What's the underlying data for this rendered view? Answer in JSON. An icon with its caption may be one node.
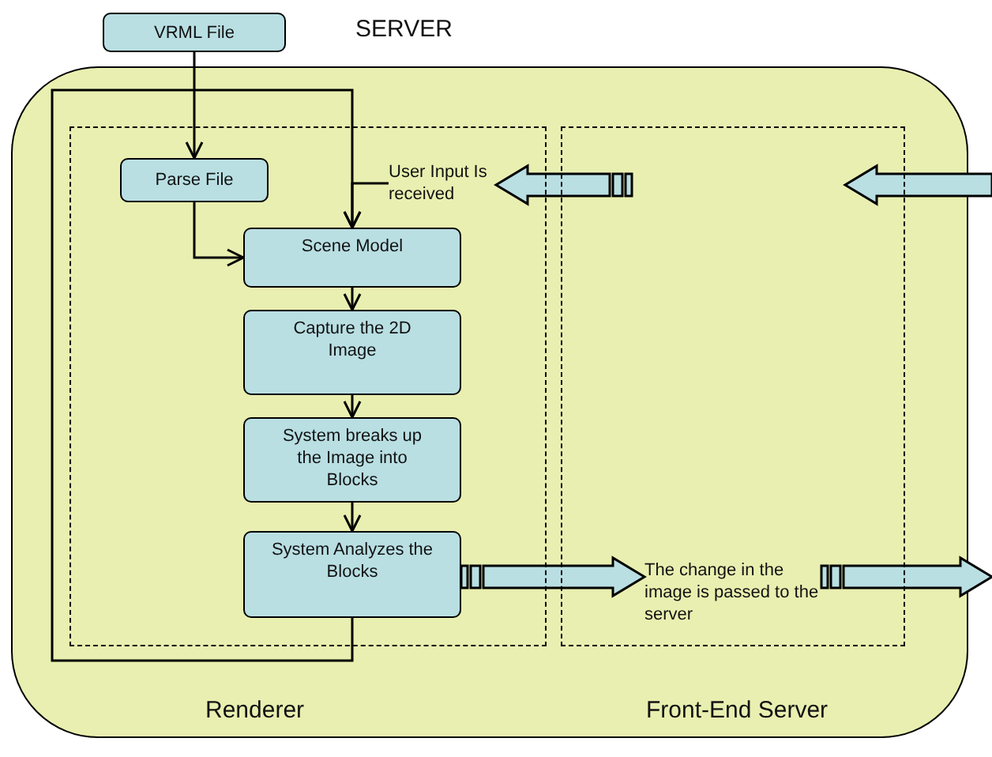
{
  "diagram": {
    "nodes": [
      {
        "text": [
          "SERVER"
        ]
      },
      {
        "text": [
          "Renderer"
        ],
        "in": 0
      },
      {
        "text": [
          "Front-End Server"
        ],
        "in": 0
      },
      {
        "text": [
          "VRML File"
        ]
      },
      {
        "text": [
          "Parse File"
        ],
        "in": 1
      },
      {
        "text": [
          "Scene Model"
        ],
        "in": 1
      },
      {
        "text": [
          "Capture the 2D Image"
        ],
        "in": 1
      },
      {
        "text": [
          "System breaks up the Image into Blocks"
        ],
        "in": 1
      },
      {
        "text": [
          "System Analyzes the Blocks"
        ],
        "in": 1
      },
      {
        "text": [
          "User Input Is received"
        ],
        "in": 1
      },
      {
        "text": [
          "The change in the image is passed to the server"
        ],
        "in": 2
      }
    ],
    "edges": [
      {
        "from": 3,
        "to": 4,
        "arrow": "to"
      },
      {
        "from": 4,
        "to": 5,
        "arrow": "to"
      },
      {
        "from": 9,
        "to": 5,
        "arrow": "to"
      },
      {
        "from": 8,
        "to": 5,
        "arrow": "to"
      },
      {
        "from": 5,
        "to": 6,
        "arrow": "to"
      },
      {
        "from": 6,
        "to": 7,
        "arrow": "to"
      },
      {
        "from": 7,
        "to": 8,
        "arrow": "to"
      },
      {
        "from": null,
        "to": 9,
        "arrow": "to",
        "style": "thick"
      },
      {
        "from": 8,
        "to": 10,
        "arrow": "to",
        "style": "thick"
      },
      {
        "from": 10,
        "to": null,
        "arrow": "to",
        "style": "thick"
      }
    ]
  }
}
